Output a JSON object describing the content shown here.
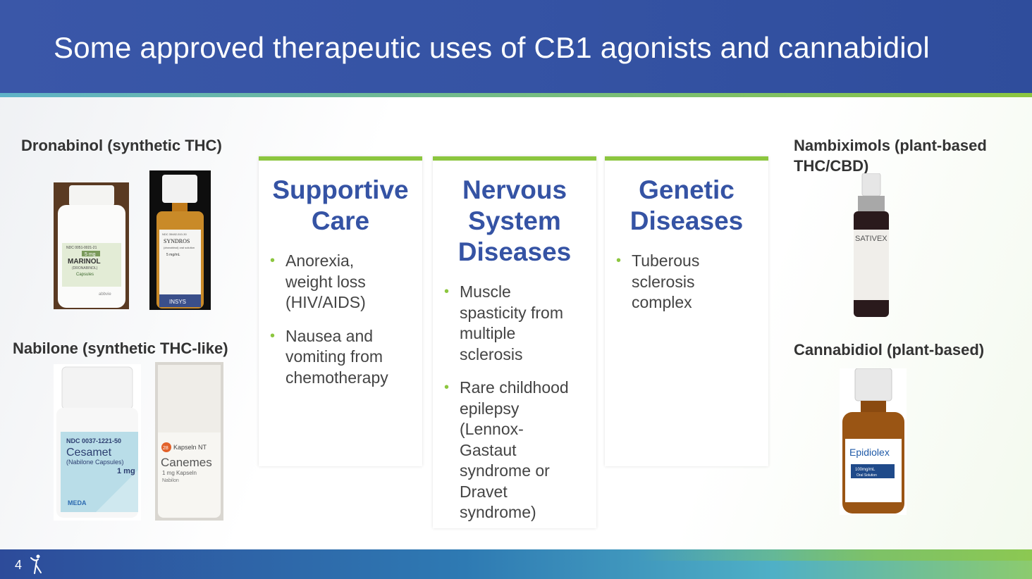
{
  "slide": {
    "title": "Some approved therapeutic uses of CB1 agonists and cannabidiol",
    "page_number": "4"
  },
  "products": {
    "dronabinol_label": "Dronabinol (synthetic THC)",
    "nabilone_label": "Nabilone (synthetic THC-like)",
    "nabiximols_label": "Nambiximols (plant-based THC/CBD)",
    "cannabidiol_label": "Cannabidiol (plant-based)",
    "marinol": {
      "ndc": "NDC 0051-0021-21",
      "dose": "5 mg",
      "name": "MARINOL",
      "sub": "(DRONABINOL)",
      "form": "Capsules",
      "maker": "abbvie"
    },
    "syndros": {
      "ndc": "NDC 35482-510-30",
      "name": "SYNDROS",
      "sub": "(dronabinol) oral solution",
      "dose": "5 mg/mL",
      "maker": "INSYS"
    },
    "cesamet": {
      "ndc": "NDC 0037-1221-50",
      "name": "Cesamet",
      "sub": "(Nabilone Capsules)",
      "dose": "1 mg",
      "maker": "MEDA"
    },
    "canemes": {
      "badge": "28",
      "caps": "Kapseln NT",
      "name": "Canemes",
      "dose": "1 mg Kapseln",
      "sub": "Nabilon"
    },
    "sativex": {
      "name": "SATIVEX"
    },
    "epidiolex": {
      "name": "Epidiolex",
      "dose": "100mg/mL",
      "form": "Oral Solution"
    }
  },
  "cards": [
    {
      "heading": [
        "Supportive",
        "Care"
      ],
      "bullets": [
        [
          "Anorexia,",
          "weight loss",
          "(HIV/AIDS)"
        ],
        [
          "Nausea and",
          "vomiting from",
          "chemotherapy"
        ]
      ]
    },
    {
      "heading": [
        "Nervous",
        "System",
        "Diseases"
      ],
      "bullets": [
        [
          "Muscle",
          "spasticity from",
          "multiple",
          "sclerosis"
        ],
        [
          "Rare childhood",
          "epilepsy",
          "(Lennox-",
          "Gastaut",
          "syndrome or",
          "Dravet",
          "syndrome)"
        ]
      ]
    },
    {
      "heading": [
        "Genetic",
        "Diseases"
      ],
      "bullets": [
        [
          "Tuberous",
          "sclerosis",
          "complex"
        ]
      ]
    }
  ],
  "colors": {
    "header_blue": "#3553a4",
    "accent_green": "#8cc63f",
    "heading_blue": "#3553a4"
  }
}
